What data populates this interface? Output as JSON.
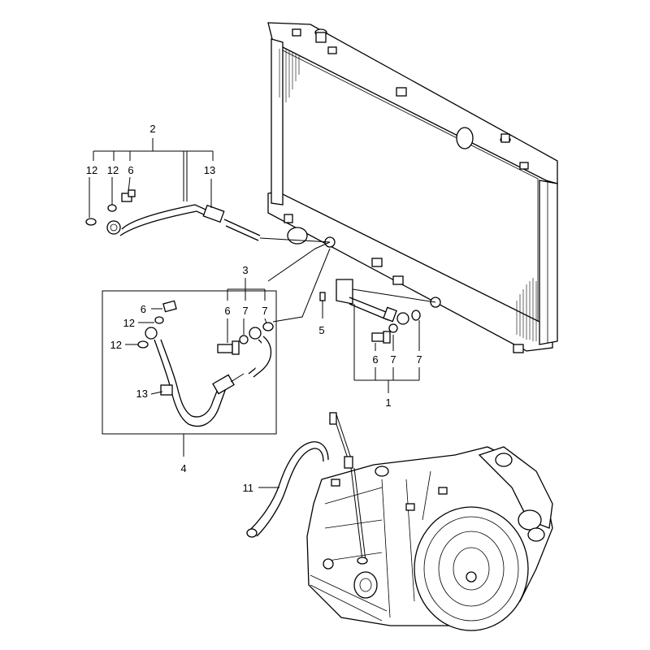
{
  "callouts": {
    "c1": "1",
    "c2": "2",
    "c3": "3",
    "c4": "4",
    "c5": "5",
    "c11": "11",
    "g2_a": "12",
    "g2_b": "12",
    "g2_c": "6",
    "g2_d": "13",
    "g3_a": "6",
    "g3_b": "7",
    "g3_c": "7",
    "g1_a": "6",
    "g1_b": "7",
    "g1_c": "7",
    "g4_a": "6",
    "g4_b": "12",
    "g4_c": "12",
    "g4_d": "13"
  },
  "parts": {
    "radiator": "radiator-assembly",
    "transmission": "automatic-transaxle",
    "oil_cooler_hose_upper": "oil-cooler-hose-upper",
    "oil_cooler_hose_lower": "oil-cooler-hose-lower",
    "dipstick": "oil-level-gauge",
    "breather_hose": "breather-hose"
  }
}
